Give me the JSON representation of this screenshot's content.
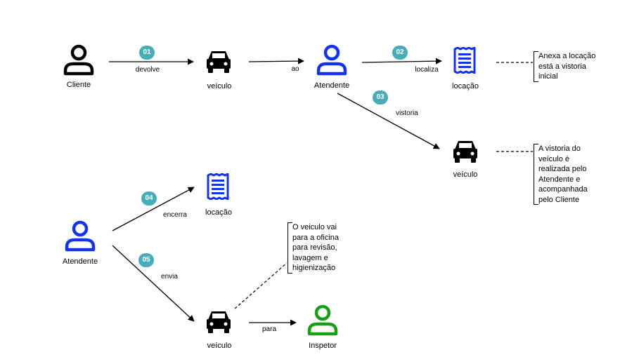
{
  "colors": {
    "person_black": "#000000",
    "person_blue": "#1433e6",
    "person_green": "#1a9e14",
    "doc_blue": "#1433e6",
    "car_black": "#000000",
    "badge": "#47adb8"
  },
  "nodes": {
    "cliente": {
      "label": "Cliente",
      "icon": "person-icon"
    },
    "veiculo1": {
      "label": "veículo",
      "icon": "car-icon"
    },
    "atendente1": {
      "label": "Atendente",
      "icon": "person-icon"
    },
    "locacao1": {
      "label": "locação",
      "icon": "document-icon"
    },
    "veiculo2": {
      "label": "veículo",
      "icon": "car-icon"
    },
    "locacao2": {
      "label": "locação",
      "icon": "document-icon"
    },
    "atendente2": {
      "label": "Atendente",
      "icon": "person-icon"
    },
    "veiculo3": {
      "label": "veículo",
      "icon": "car-icon"
    },
    "inspetor": {
      "label": "Inspetor",
      "icon": "person-icon"
    }
  },
  "edges": {
    "devolve": {
      "badge": "01",
      "label": "devolve"
    },
    "ao": {
      "label": "ao"
    },
    "localiza": {
      "badge": "02",
      "label": "localiza"
    },
    "vistoria": {
      "badge": "03",
      "label": "vistoria"
    },
    "encerra": {
      "badge": "04",
      "label": "encerra"
    },
    "envia": {
      "badge": "05",
      "label": "envia"
    },
    "para": {
      "label": "para"
    }
  },
  "notes": {
    "anexa": [
      "Anexa a locação",
      "está a vistoria",
      "inicial"
    ],
    "vistoria_realizada": [
      "A vistoria do",
      "veículo é",
      "realizada pelo",
      "Atendente e",
      "acompanhada",
      "pelo Cliente"
    ],
    "oficina": [
      "O veiculo vai",
      "para a oficina",
      "para revisão,",
      "lavagem e",
      "higienização"
    ]
  }
}
